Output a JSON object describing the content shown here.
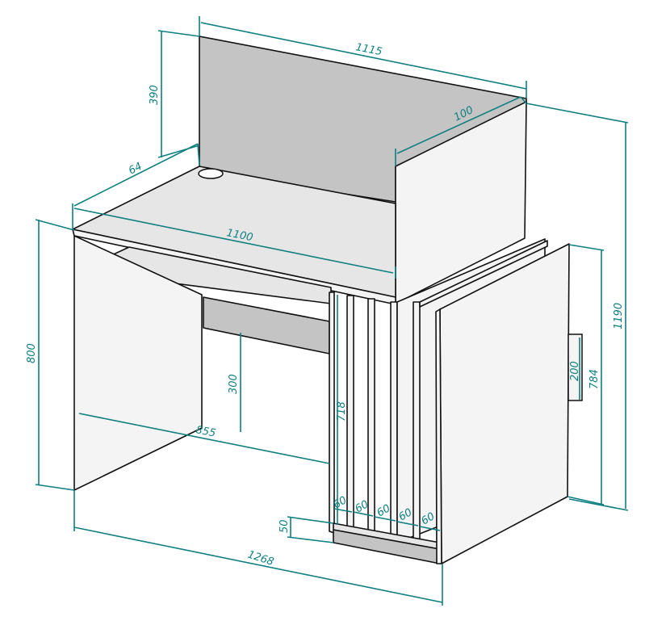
{
  "diagram": {
    "subject": "desk",
    "colors": {
      "dimension": "#0f7f7f",
      "panel_light": "#f2f2f2",
      "panel_gray": "#c4c4c4",
      "top": "#e6e6e6"
    },
    "dimensions": {
      "back_width": "1115",
      "back_height": "390",
      "return_depth": "100",
      "top_depth": "64",
      "top_width": "1100",
      "desk_height": "800",
      "modesty_clearance": "300",
      "knee_width": "855",
      "shelf_height": "718",
      "total_height": "1190",
      "side_height": "784",
      "handle_height": "200",
      "compartment_1": "60",
      "compartment_2": "60",
      "compartment_3": "60",
      "compartment_4": "60",
      "compartment_5": "60",
      "plinth_height": "50",
      "total_width": "1268"
    }
  }
}
